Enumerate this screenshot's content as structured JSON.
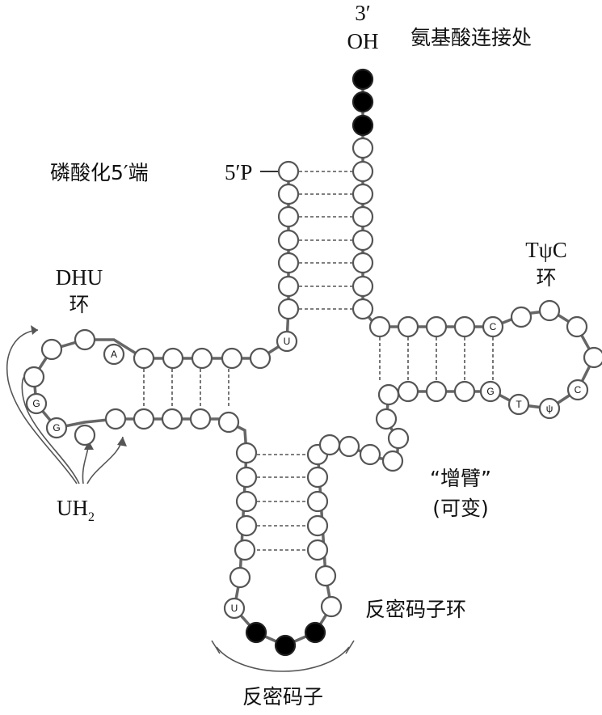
{
  "labels": {
    "three_prime": "3′",
    "oh": "OH",
    "amino_acid_site": "氨基酸连接处",
    "phosphorylated_5_end": "磷酸化5′端",
    "five_prime_p": "5′P",
    "tpsic_name": "TψC",
    "tpsic_loop": "环",
    "dhu_name": "DHU",
    "dhu_loop": "环",
    "uh2": "UH",
    "uh2_sub": "2",
    "extra_arm": "“增臂”",
    "variable": "(可变)",
    "anticodon_loop": "反密码子环",
    "anticodon": "反密码子"
  },
  "bases": {
    "acceptor_u": "U",
    "dhu_a": "A",
    "dhu_g1": "G",
    "dhu_g2": "G",
    "tpsic_c_top": "C",
    "tpsic_g": "G",
    "tpsic_t": "T",
    "tpsic_psi": "ψ",
    "tpsic_c_loop": "C",
    "anticodon_u": "U"
  },
  "colors": {
    "backbone": "#666666",
    "nucleotide_outline": "#555555",
    "anticodon_fill": "#000000",
    "acceptor_fill": "#000000"
  }
}
